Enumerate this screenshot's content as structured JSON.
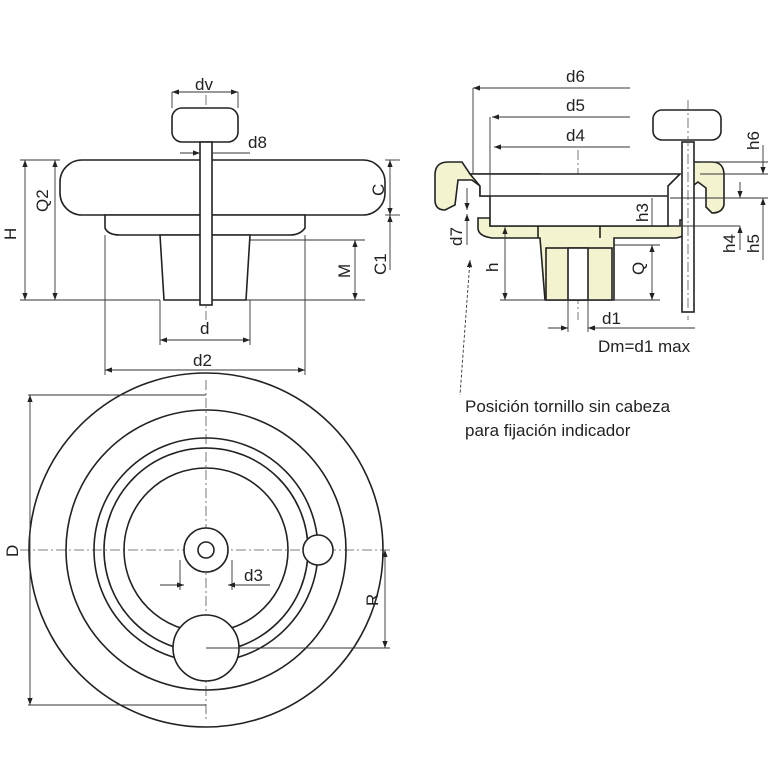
{
  "front_view": {
    "dv": "dv",
    "d8": "d8",
    "H": "H",
    "Q2": "Q2",
    "C": "C",
    "M": "M",
    "C1": "C1",
    "d": "d",
    "d2": "d2"
  },
  "plan_view": {
    "D": "D",
    "d3": "d3",
    "R": "R"
  },
  "section_view": {
    "d6": "d6",
    "d5": "d5",
    "d4": "d4",
    "h6": "h6",
    "h3": "h3",
    "d7": "d7",
    "h": "h",
    "Q": "Q",
    "h4": "h4",
    "h5": "h5",
    "d1": "d1",
    "dm_note": "Dm=d1 max"
  },
  "callout": {
    "line1": "Posición tornillo sin cabeza",
    "line2": "para fijación indicador"
  },
  "colors": {
    "section_fill": "#f3f3cf",
    "line": "#222222"
  }
}
